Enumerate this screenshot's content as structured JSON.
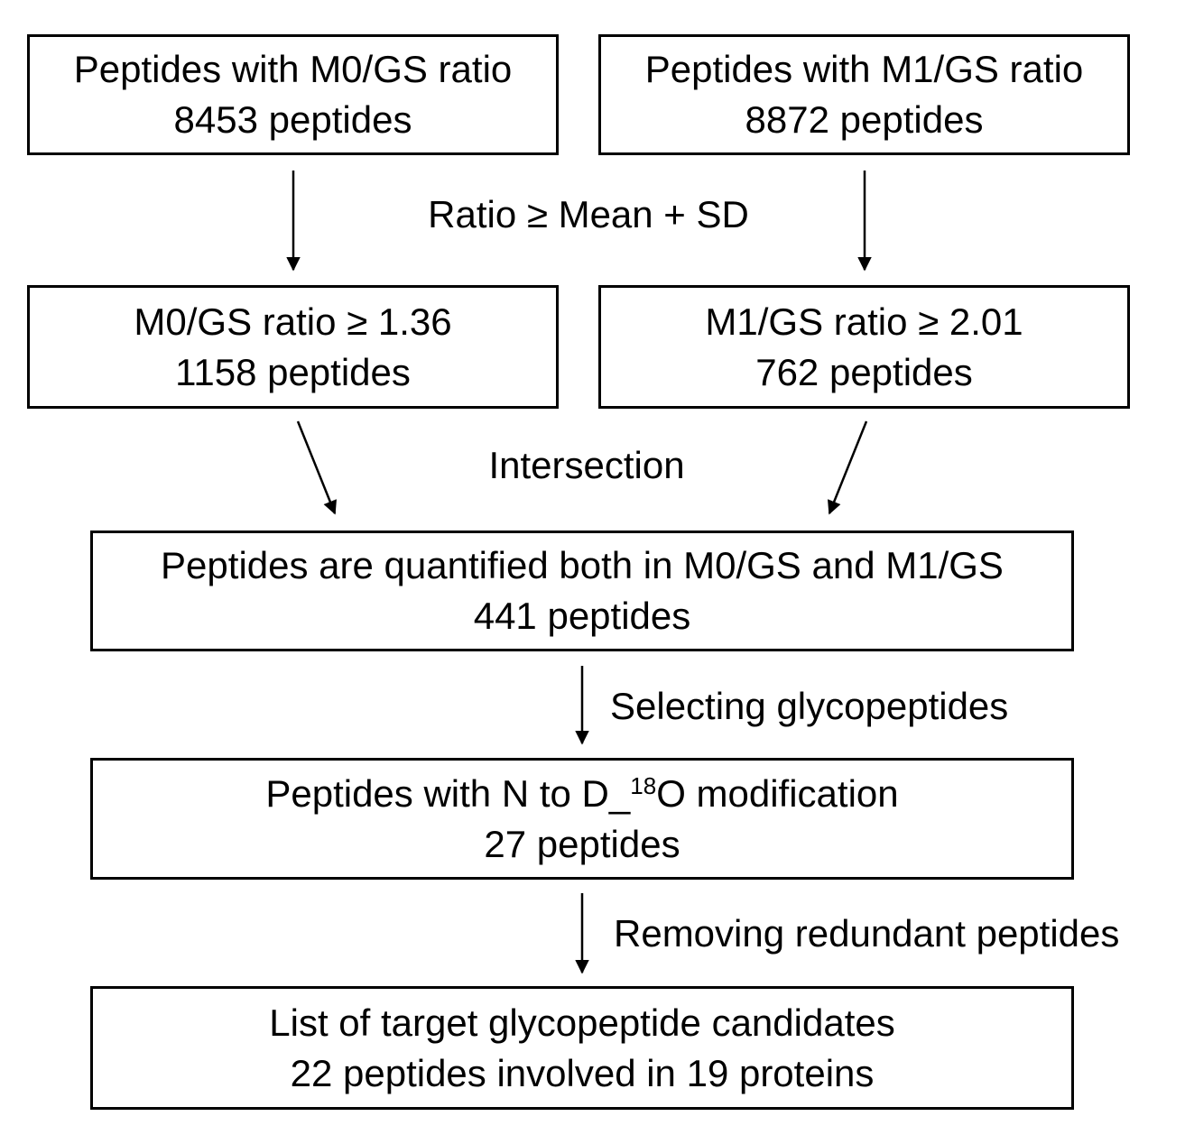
{
  "diagram_title": "Glycopeptide candidate selection flowchart",
  "colors": {
    "ink": "#000000",
    "paper": "#ffffff"
  },
  "boxes": {
    "m0_input": {
      "line1": "Peptides with M0/GS ratio",
      "line2": "8453 peptides"
    },
    "m1_input": {
      "line1": "Peptides with M1/GS ratio",
      "line2": "8872 peptides"
    },
    "m0_filtered": {
      "line1": "M0/GS ratio ≥ 1.36",
      "line2": "1158 peptides"
    },
    "m1_filtered": {
      "line1": "M1/GS ratio ≥ 2.01",
      "line2": "762 peptides"
    },
    "both_quantified": {
      "line1": "Peptides are quantified both in M0/GS and M1/GS",
      "line2": "441 peptides"
    },
    "n_to_d_modification": {
      "line1_prefix": "Peptides with N to D_",
      "line1_superscript": "18",
      "line1_suffix": "O modification",
      "line2": "27 peptides"
    },
    "final_candidates": {
      "line1": "List of target glycopeptide candidates",
      "line2": "22 peptides involved in 19 proteins"
    }
  },
  "arrow_labels": {
    "threshold": "Ratio ≥ Mean + SD",
    "intersection": "Intersection",
    "selecting": "Selecting glycopeptides",
    "removing": "Removing redundant peptides"
  }
}
